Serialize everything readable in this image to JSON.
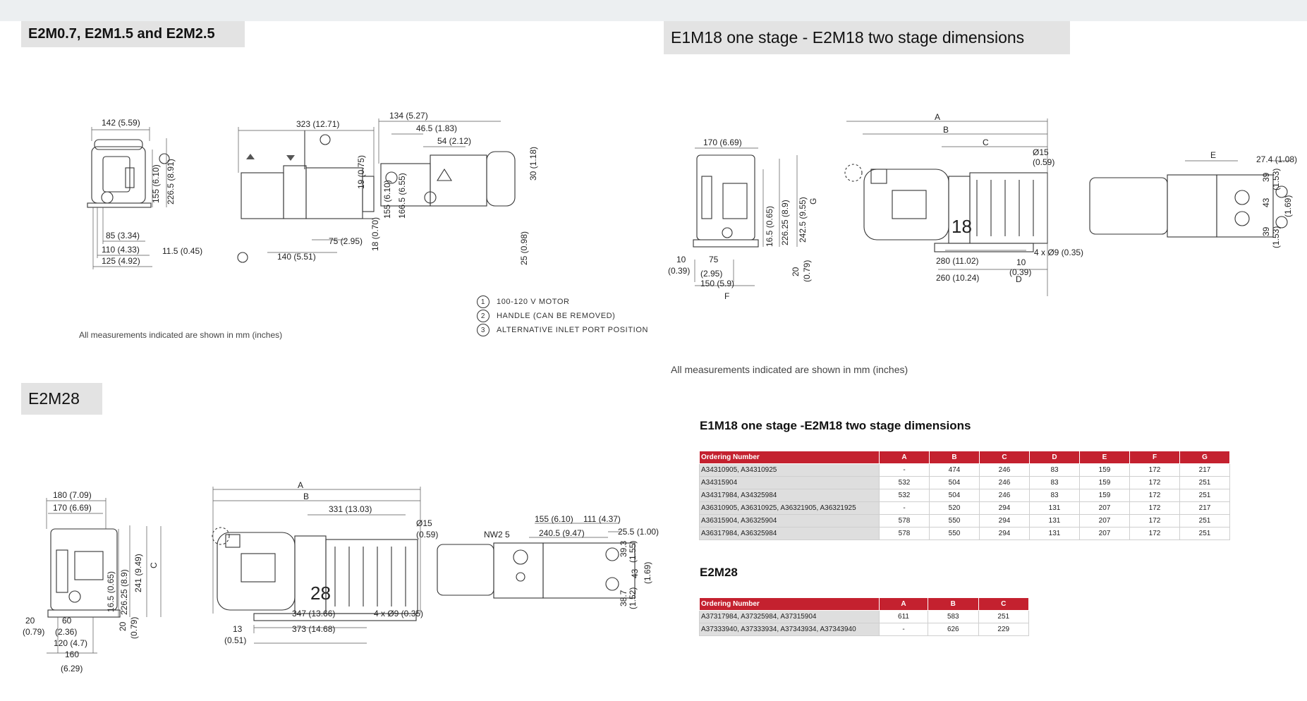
{
  "sections": {
    "s1_title": "E2M0.7, E2M1.5 and E2M2.5",
    "s2_title": "E1M18 one stage - E2M18 two stage dimensions",
    "s3_title": "E2M28"
  },
  "notes": {
    "s1": "All measurements indicated are shown in mm (inches)",
    "s2": "All measurements indicated are shown in mm (inches)"
  },
  "legend": [
    {
      "num": "1",
      "text": "100-120 V MOTOR"
    },
    {
      "num": "2",
      "text": "HANDLE (CAN BE REMOVED)"
    },
    {
      "num": "3",
      "text": "ALTERNATIVE INLET PORT POSITION"
    }
  ],
  "dims_small": {
    "w142": "142 (5.59)",
    "h155": "155 (6.10)",
    "h2265": "226.5 (8.91)",
    "w85": "85 (3.34)",
    "w110": "110 (4.33)",
    "w125": "125 (4.92)",
    "h115": "11.5 (0.45)",
    "w323": "323 (12.71)",
    "h1551": "155 (6.10)",
    "h1665": "166.5 (6.55)",
    "w75": "75 (2.95)",
    "w140": "140 (5.51)",
    "w134": "134 (5.27)",
    "w465": "46.5 (1.83)",
    "w54": "54 (2.12)",
    "h19": "19 (0.75)",
    "h30": "30 (1.18)",
    "h18": "18 (0.70)",
    "h25": "25 (0.98)"
  },
  "dims_e2m18": {
    "w170": "170 (6.69)",
    "h165": "16.5 (0.65)",
    "h22625": "226.25 (8.9)",
    "h2425": "242.5 (9.55)",
    "G": "G",
    "h20": "20",
    "h20i": "(0.79)",
    "w10": "10",
    "w10i": "(0.39)",
    "w75": "75",
    "w75i": "(2.95)",
    "w150": "150 (5.9)",
    "F": "F",
    "A": "A",
    "B": "B",
    "C": "C",
    "d15": "Ø15",
    "d15i": "(0.59)",
    "holes": "4 x Ø9 (0.35)",
    "w280": "280 (11.02)",
    "w260": "260 (10.24)",
    "w10b": "10",
    "w10bi": "(0.39)",
    "D": "D",
    "E": "E",
    "w274": "27.4 (1.08)",
    "h39": "39",
    "h39i": "(1.53)",
    "h43": "43",
    "h43i": "(1.69)",
    "h39b": "39",
    "h39bi": "(1.53)",
    "badge": "18"
  },
  "dims_e2m28": {
    "w180": "180 (7.09)",
    "w170": "170 (6.69)",
    "h165": "16.5 (0.65)",
    "h22625": "226.25 (8.9)",
    "h241": "241 (9.49)",
    "C": "C",
    "w20": "20",
    "w20i": "(0.79)",
    "w60": "60",
    "w60i": "(2.36)",
    "w120": "120 (4.7)",
    "w160": "160",
    "w160i": "(6.29)",
    "h20": "20",
    "h20i": "(0.79)",
    "A": "A",
    "B": "B",
    "w331": "331 (13.03)",
    "d15": "Ø15",
    "d15i": "(0.59)",
    "w13": "13",
    "w13i": "(0.51)",
    "w347": "347 (13.66)",
    "w373": "373 (14.68)",
    "holes": "4 x Ø9 (0.35)",
    "w155": "155 (6.10)",
    "w111": "111 (4.37)",
    "nw25": "NW2 5",
    "w2405": "240.5 (9.47)",
    "w255": "25.5 (1.00)",
    "h393": "39.3",
    "h393i": "(1.55)",
    "h43": "43",
    "h43i": "(1.69)",
    "h387": "38.7",
    "h387i": "(1.52)",
    "badge": "28"
  },
  "table1": {
    "title": "E1M18 one stage -E2M18 two stage dimensions",
    "headers": [
      "Ordering Number",
      "A",
      "B",
      "C",
      "D",
      "E",
      "F",
      "G"
    ],
    "rows": [
      [
        "A34310905, A34310925",
        "-",
        "474",
        "246",
        "83",
        "159",
        "172",
        "217"
      ],
      [
        "A34315904",
        "532",
        "504",
        "246",
        "83",
        "159",
        "172",
        "251"
      ],
      [
        "A34317984, A34325984",
        "532",
        "504",
        "246",
        "83",
        "159",
        "172",
        "251"
      ],
      [
        "A36310905, A36310925, A36321905, A36321925",
        "-",
        "520",
        "294",
        "131",
        "207",
        "172",
        "217"
      ],
      [
        "A36315904, A36325904",
        "578",
        "550",
        "294",
        "131",
        "207",
        "172",
        "251"
      ],
      [
        "A36317984, A36325984",
        "578",
        "550",
        "294",
        "131",
        "207",
        "172",
        "251"
      ]
    ]
  },
  "table2": {
    "title": "E2M28",
    "headers": [
      "Ordering Number",
      "A",
      "B",
      "C"
    ],
    "rows": [
      [
        "A37317984, A37325984, A37315904",
        "611",
        "583",
        "251"
      ],
      [
        "A37333940, A37333934, A37343934, A37343940",
        "-",
        "626",
        "229"
      ]
    ]
  }
}
